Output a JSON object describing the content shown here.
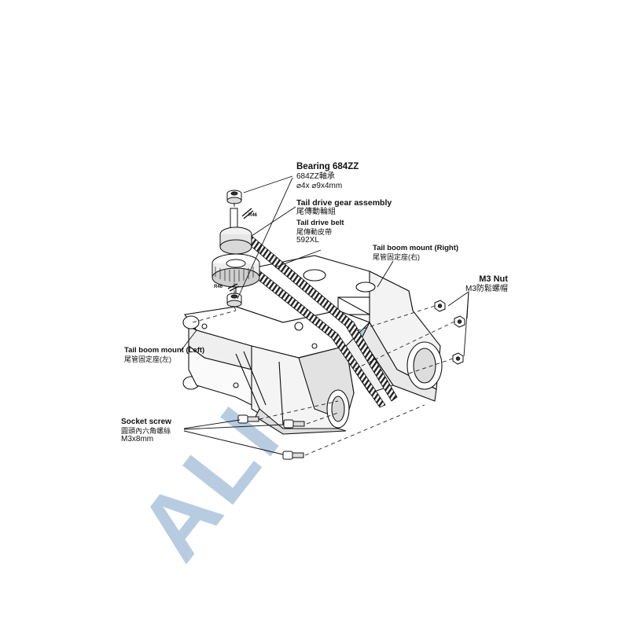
{
  "watermark": {
    "text": "ALIGN",
    "color": "#9fbbd6"
  },
  "labels": {
    "bearing": {
      "en": "Bearing 684ZZ",
      "zh": "684ZZ軸承",
      "spec": "⌀4x ⌀9x4mm"
    },
    "tail_drive_gear": {
      "en": "Tail drive gear assembly",
      "zh": "尾傳動輪組"
    },
    "tail_drive_belt": {
      "en": "Tail drive belt",
      "zh": "尾傳動皮帶",
      "spec": "592XL"
    },
    "tail_boom_mount_right": {
      "en": "Tail boom mount (Right)",
      "zh": "尾管固定座(右)"
    },
    "m3_nut": {
      "en": "M3 Nut",
      "zh": "M3防鬆螺帽"
    },
    "tail_boom_mount_left": {
      "en": "Tail boom mount (Left)",
      "zh": "尾管固定座(左)"
    },
    "socket_screw": {
      "en": "Socket screw",
      "zh": "圓頭內六角螺絲",
      "spec": "M3x8mm"
    }
  },
  "clip_labels": {
    "upper": "R46",
    "lower": "R46"
  },
  "colors": {
    "line": "#111111",
    "part_fill": "#ffffff",
    "shade": "#d9d9d9"
  }
}
